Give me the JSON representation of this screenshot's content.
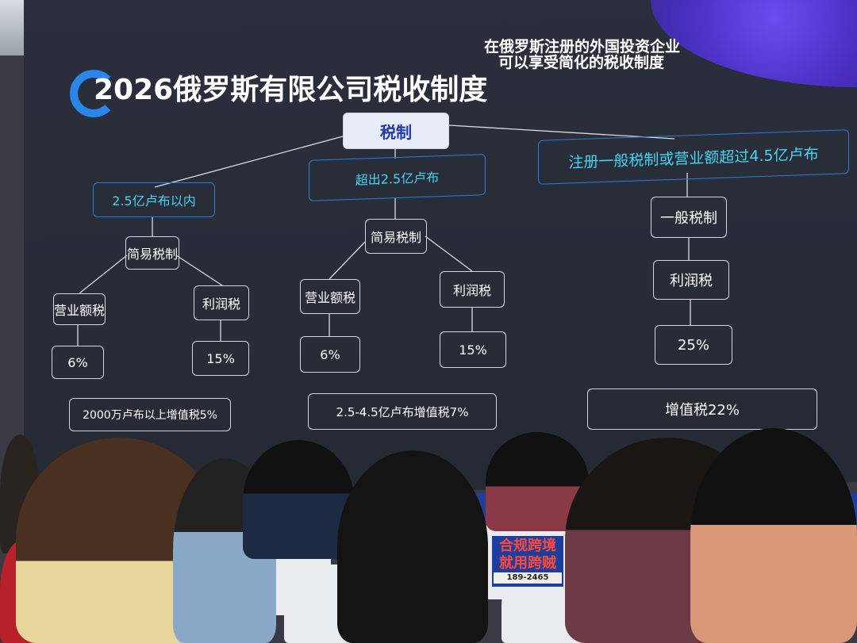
{
  "title": "2026俄罗斯有限公司税收制度",
  "subtitle": [
    "在俄罗斯注册的外国投资企业",
    "可以享受简化的税收制度"
  ],
  "root": "税制",
  "branches": [
    {
      "condition": "2.5亿卢布以内",
      "regime": "简易税制",
      "left": {
        "tax": "营业额税",
        "rate": "6%"
      },
      "right": {
        "tax": "利润税",
        "rate": "15%"
      },
      "vat": "2000万卢布以上增值税5%"
    },
    {
      "condition": "超出2.5亿卢布",
      "regime": "简易税制",
      "left": {
        "tax": "营业额税",
        "rate": "6%"
      },
      "right": {
        "tax": "利润税",
        "rate": "15%"
      },
      "vat": "2.5-4.5亿卢布增值税7%"
    },
    {
      "condition": "注册一般税制或营业额超过4.5亿卢布",
      "regime": "一般税制",
      "tax": "利润税",
      "rate": "25%",
      "vat": "增值税22%"
    }
  ],
  "chair_banner": {
    "line1": "合规跨境",
    "line2": "就用跨贼",
    "phone": "189-2465"
  }
}
